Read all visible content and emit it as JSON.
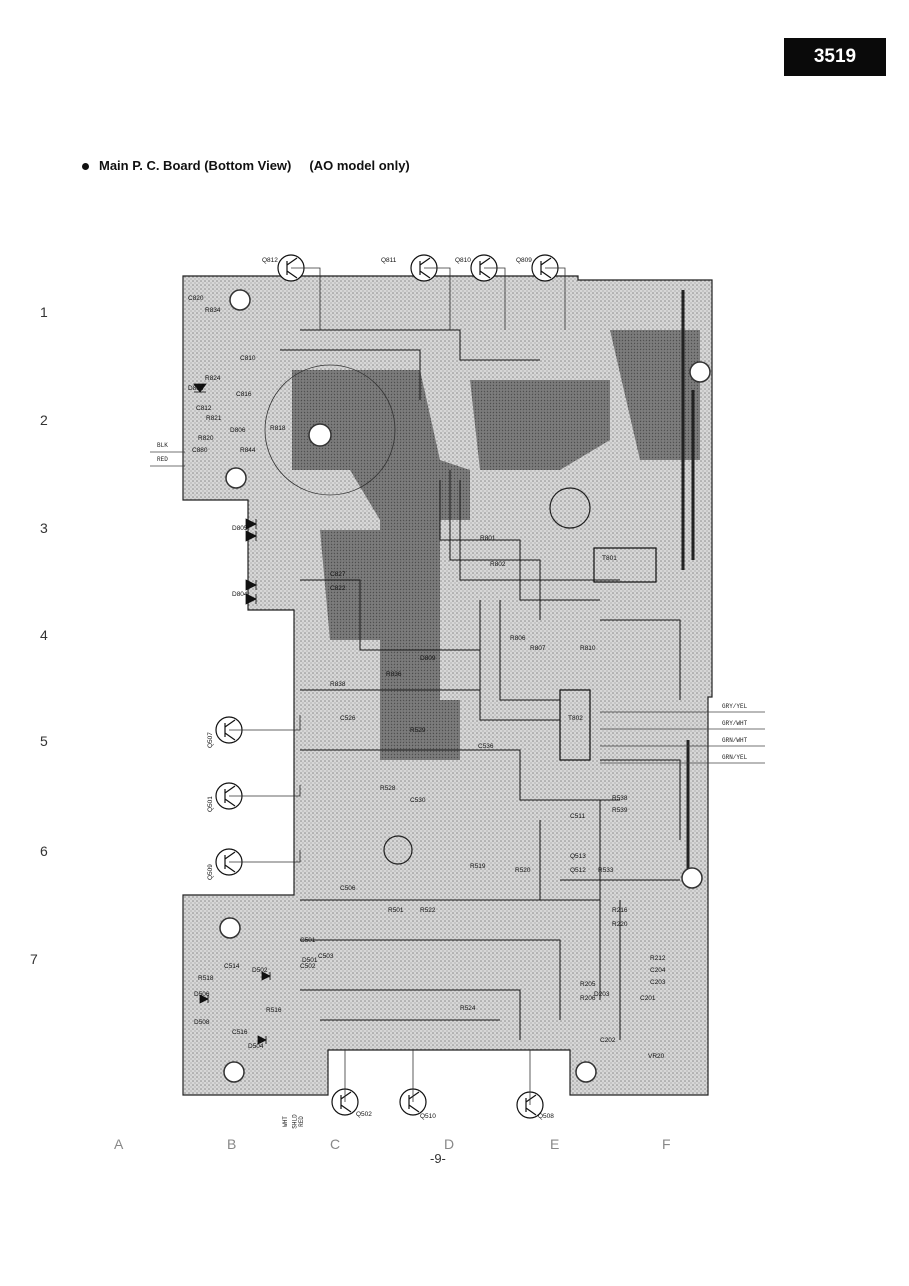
{
  "page_code": "3519",
  "heading": {
    "title": "Main P. C. Board (Bottom View)",
    "note": "(AO model only)"
  },
  "row_labels": [
    "1",
    "2",
    "3",
    "4",
    "5",
    "6",
    "7"
  ],
  "column_labels": [
    "A",
    "B",
    "C",
    "D",
    "E",
    "F"
  ],
  "page_number": "-9-",
  "transistors_top": [
    "Q812",
    "Q811",
    "Q810",
    "Q809"
  ],
  "transistors_left": [
    "Q507",
    "Q501",
    "Q509"
  ],
  "transistors_bottom": [
    "Q502",
    "Q510",
    "Q508"
  ],
  "wire_labels_left": [
    "BLK",
    "RED"
  ],
  "wire_labels_right": [
    "GRY/YEL",
    "GRY/WHT",
    "GRN/WHT",
    "GRN/YEL"
  ],
  "wire_labels_bottom": [
    "WHT",
    "SHLD",
    "RED"
  ],
  "component_refs": {
    "top_left": [
      "C820",
      "R834",
      "R824",
      "D808",
      "C816",
      "C812",
      "R821",
      "R820",
      "C880",
      "R844",
      "R818",
      "C810",
      "D806"
    ],
    "left_diodes": [
      "D805",
      "D804"
    ],
    "center": [
      "C827",
      "C822",
      "R838",
      "R836",
      "C526",
      "R529",
      "R528",
      "C530",
      "R802",
      "R801",
      "T801",
      "T802",
      "R806",
      "R807",
      "R810",
      "D809",
      "C511",
      "C536",
      "R519",
      "R520",
      "Q513",
      "Q512",
      "R538",
      "R539",
      "R533"
    ],
    "bottom_left": [
      "C514",
      "D502",
      "R518",
      "D506",
      "D508",
      "C516",
      "D504",
      "R516",
      "C503",
      "D501",
      "C501",
      "C502",
      "R501",
      "R522",
      "R524",
      "C506"
    ],
    "bottom_right": [
      "C204",
      "C203",
      "C202",
      "C201",
      "R212",
      "R205",
      "R206",
      "R216",
      "R220",
      "D203",
      "VR20"
    ]
  },
  "fill_level": 0.45
}
